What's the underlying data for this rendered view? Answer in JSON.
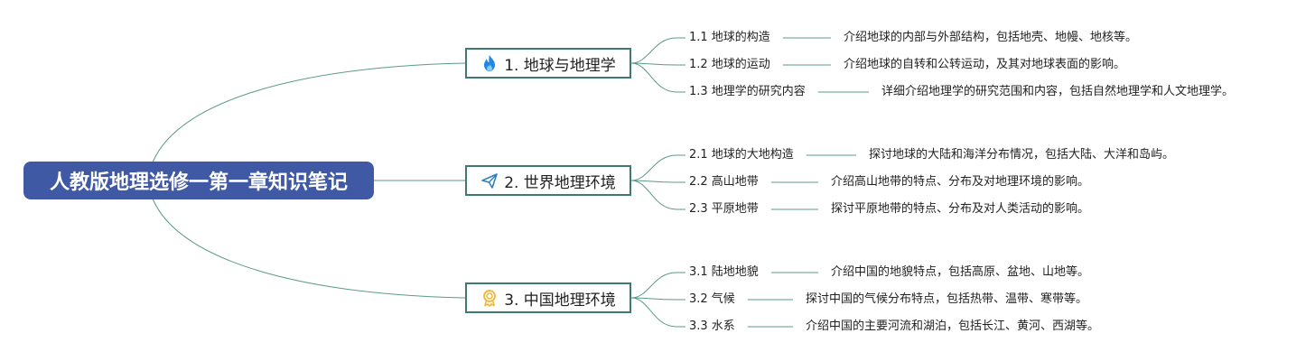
{
  "root": {
    "title": "人教版地理选修一第一章知识笔记",
    "fill_color": "#3f59a5",
    "text_color": "#ffffff"
  },
  "line_color": "#5b9a8b",
  "branches": [
    {
      "label": "1. 地球与地理学",
      "icon": "fire-icon",
      "icon_color": "#1e88e5",
      "children": [
        {
          "label": "1.1 地球的构造",
          "desc": "介绍地球的内部与外部结构，包括地壳、地幔、地核等。"
        },
        {
          "label": "1.2 地球的运动",
          "desc": "介绍地球的自转和公转运动，及其对地球表面的影响。"
        },
        {
          "label": "1.3 地理学的研究内容",
          "desc": "详细介绍地理学的研究范围和内容，包括自然地理学和人文地理学。"
        }
      ]
    },
    {
      "label": "2. 世界地理环境",
      "icon": "paper-plane-icon",
      "icon_color": "#2f7fc0",
      "children": [
        {
          "label": "2.1 地球的大地构造",
          "desc": "探讨地球的大陆和海洋分布情况，包括大陆、大洋和岛屿。"
        },
        {
          "label": "2.2 高山地带",
          "desc": "介绍高山地带的特点、分布及对地理环境的影响。"
        },
        {
          "label": "2.3 平原地带",
          "desc": "探讨平原地带的特点、分布及对人类活动的影响。"
        }
      ]
    },
    {
      "label": "3. 中国地理环境",
      "icon": "award-ribbon-icon",
      "icon_color": "#f2b632",
      "children": [
        {
          "label": "3.1 陆地地貌",
          "desc": "介绍中国的地貌特点，包括高原、盆地、山地等。"
        },
        {
          "label": "3.2 气候",
          "desc": "探讨中国的气候分布特点，包括热带、温带、寒带等。"
        },
        {
          "label": "3.3 水系",
          "desc": "介绍中国的主要河流和湖泊，包括长江、黄河、西湖等。"
        }
      ]
    }
  ]
}
